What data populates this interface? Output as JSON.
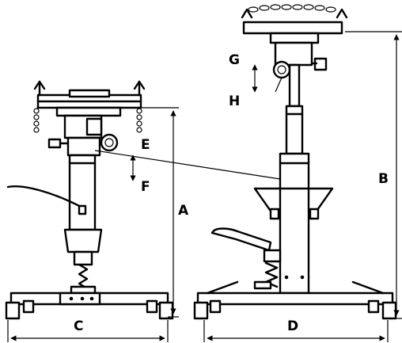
{
  "labels": {
    "a": "A",
    "b": "B",
    "c": "C",
    "d": "D",
    "e": "E",
    "f": "F",
    "g": "G",
    "h": "H"
  },
  "colors": {
    "line": "#000000",
    "background": "#ffffff"
  }
}
